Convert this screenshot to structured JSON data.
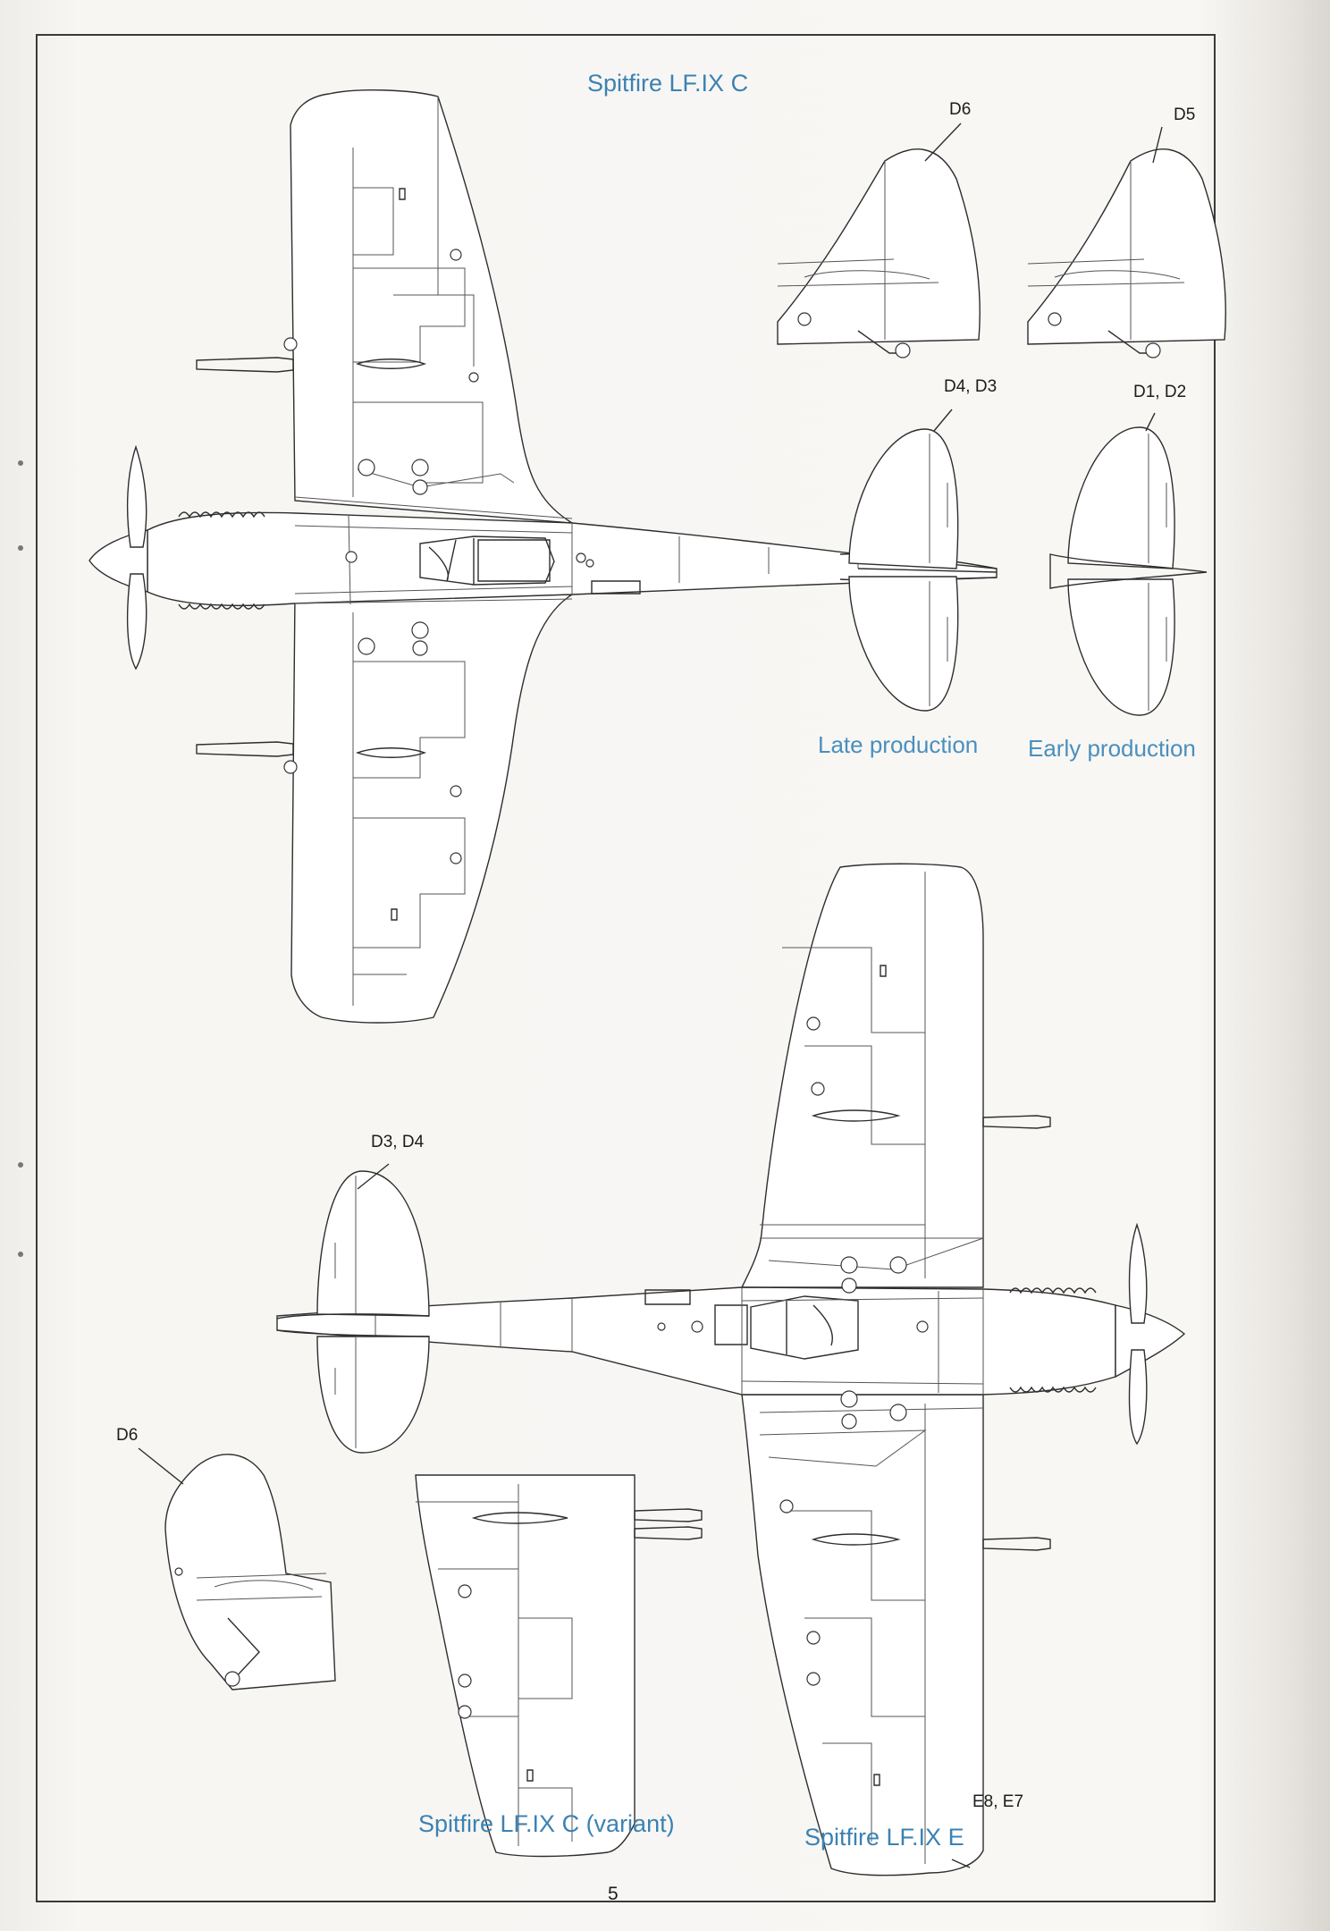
{
  "page": {
    "page_number": "5"
  },
  "titles": {
    "top": "Spitfire LF.IX C",
    "bottom_left": "Spitfire LF.IX C (variant)",
    "bottom_right": "Spitfire LF.IX E"
  },
  "notes": {
    "late_production": "Late production",
    "early_production": "Early production"
  },
  "part_labels": {
    "d6_top": "D6",
    "d5_top": "D5",
    "d4_d3": "D4, D3",
    "d1_d2": "D1, D2",
    "d3_d4": "D3, D4",
    "d6_bottom": "D6",
    "e8_e7": "E8, E7"
  },
  "colors": {
    "title_blue": "#3b82b3",
    "note_blue": "#4a8fbe",
    "line_art": "#2e2e2e",
    "frame": "#3a3a3a",
    "paper": "#f7f6f3"
  }
}
